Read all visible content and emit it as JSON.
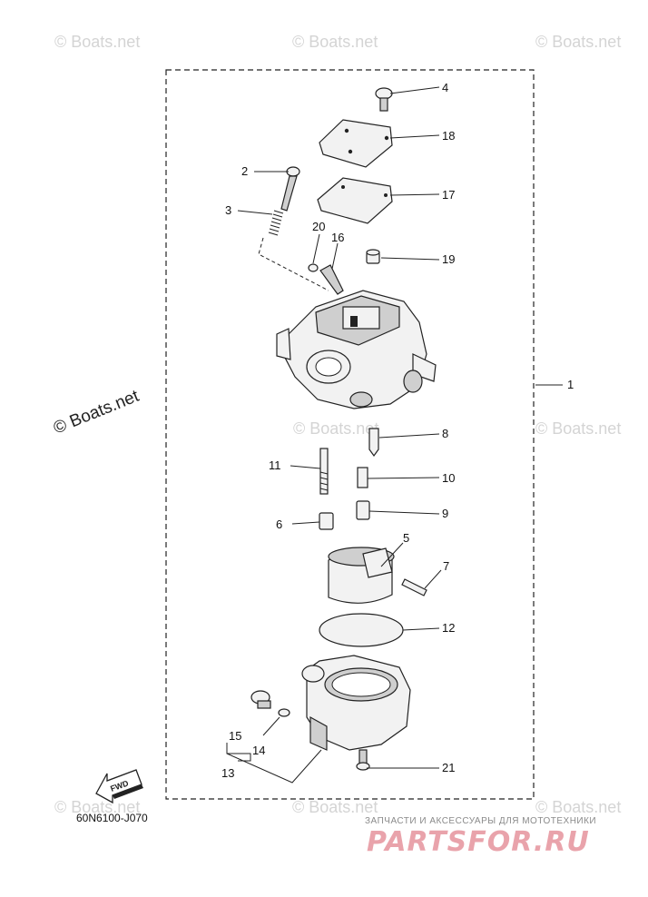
{
  "watermark": "© Boats.net",
  "watermark_main": "© Boats.net",
  "diagram_code": "60N6100-J070",
  "fwd_label": "FWD",
  "branding": {
    "tagline": "ЗАПЧАСТИ И АКСЕССУАРЫ ДЛЯ МОТОТЕХНИКИ",
    "name": "PARTSFOR.RU",
    "color": "#e9a3ab"
  },
  "callouts": [
    "1",
    "2",
    "3",
    "4",
    "5",
    "6",
    "7",
    "8",
    "9",
    "10",
    "11",
    "12",
    "13",
    "14",
    "15",
    "16",
    "17",
    "18",
    "19",
    "20",
    "21"
  ]
}
